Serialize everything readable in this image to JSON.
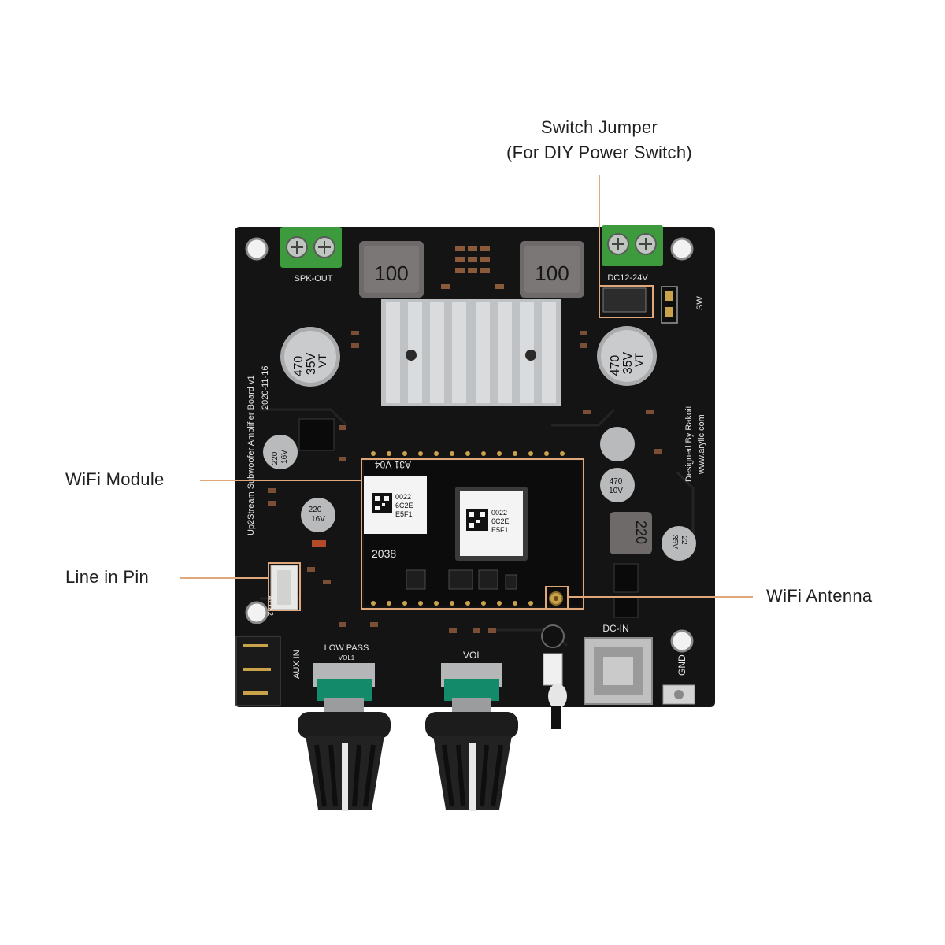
{
  "callouts": {
    "switch_jumper_line1": "Switch Jumper",
    "switch_jumper_line2": "(For DIY Power Switch)",
    "wifi_module": "WiFi Module",
    "line_in_pin": "Line in Pin",
    "wifi_antenna": "WiFi Antenna"
  },
  "board_labels": {
    "spk_out": "SPK-OUT",
    "dc_in_range": "DC12-24V",
    "sw": "SW",
    "inductor_left": "100",
    "inductor_right": "100",
    "inductor_small": "220",
    "board_title": "Up2Stream Subwoofer Amplifier Board  v1",
    "board_date": "2020-11-16",
    "designed_by": "Designed By Rakoit",
    "website": "www.arylic.com",
    "module_name": "A31 V04",
    "qr_code_text_1": "0022",
    "qr_code_text_2": "6C2E",
    "qr_code_text_3": "E5F1",
    "module_num": "2038",
    "cap_big_left_1": "470",
    "cap_big_left_2": "35V",
    "cap_big_left_3": "VT",
    "cap_big_right_1": "470",
    "cap_big_right_2": "35V",
    "cap_big_right_3": "VT",
    "cap_220_16v_a_1": "220",
    "cap_220_16v_a_2": "16V",
    "cap_220_16v_b_1": "220",
    "cap_220_16v_b_2": "16V",
    "cap_470_10v_1": "470",
    "cap_470_10v_2": "10V",
    "cap_22_35v_1": "22",
    "cap_22_35v_2": "35V",
    "aux2": "AUX2",
    "aux_in": "AUX IN",
    "low_pass": "LOW PASS",
    "vol1": "VOL1",
    "vol": "VOL",
    "dc_in": "DC-IN",
    "gnd": "GND"
  },
  "colors": {
    "accent_line": "#e0a77a",
    "pcb": "#141414",
    "terminal_green": "#3d9a3d",
    "heatsink": "#c8cacc",
    "knob": "#1c1c1c",
    "pot_green": "#138a6a"
  }
}
